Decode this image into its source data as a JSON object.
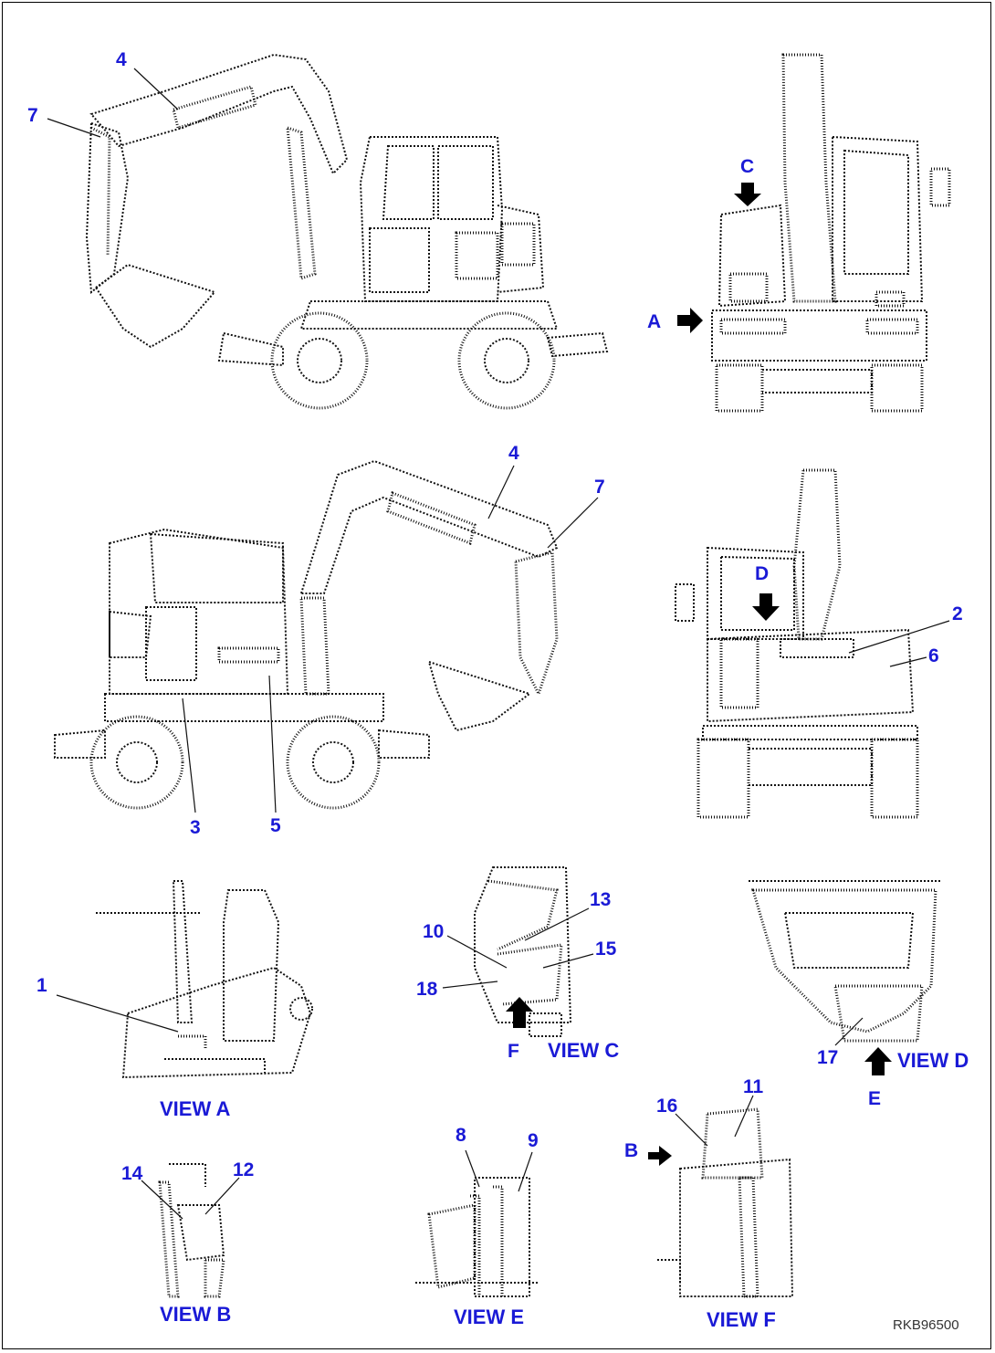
{
  "callouts": {
    "c4a": "4",
    "c7a": "7",
    "cC": "C",
    "cA": "A",
    "c4b": "4",
    "c7b": "7",
    "c3": "3",
    "c5": "5",
    "cD": "D",
    "c2": "2",
    "c6": "6",
    "c1": "1",
    "c13": "13",
    "c10": "10",
    "c15": "15",
    "c18": "18",
    "cF": "F",
    "c17": "17",
    "cE": "E",
    "c14": "14",
    "c12": "12",
    "c8": "8",
    "c9": "9",
    "c16": "16",
    "c11": "11",
    "cB": "B"
  },
  "views": {
    "a": "VIEW A",
    "b": "VIEW B",
    "c": "VIEW C",
    "d": "VIEW D",
    "e": "VIEW E",
    "f": "VIEW F"
  },
  "reference_code": "RKB96500",
  "colors": {
    "callout": "#1a1ad6",
    "line": "#111111"
  }
}
